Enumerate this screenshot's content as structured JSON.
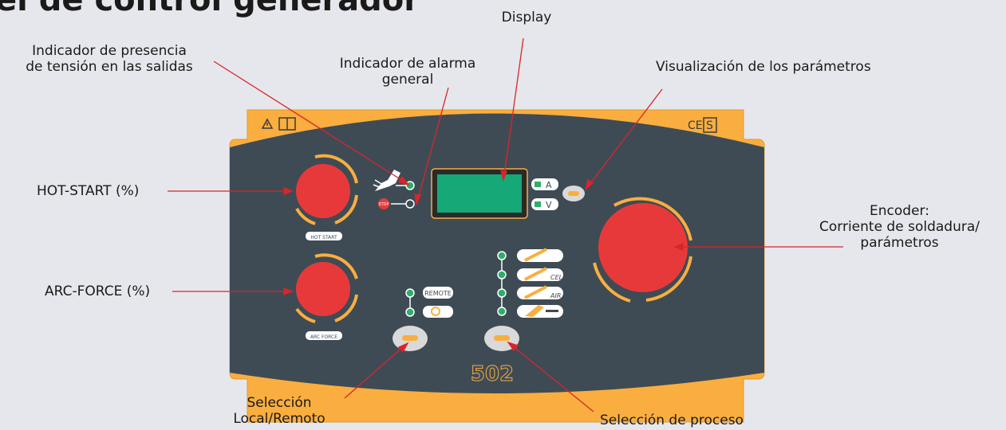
{
  "page_title": "el de control generador",
  "callouts": {
    "presence_indicator": [
      "Indicador de presencia",
      "de tensión en las salidas"
    ],
    "alarm_indicator": [
      "Indicador de alarma",
      "general"
    ],
    "display": "Display",
    "params_view": "Visualización de los parámetros",
    "hot_start": "HOT-START (%)",
    "arc_force": "ARC-FORCE (%)",
    "encoder": [
      "Encoder:",
      "Corriente de soldadura/",
      "parámetros"
    ],
    "local_remote": [
      "Selección",
      "Local/Remoto"
    ],
    "process_select": "Selección de proceso"
  },
  "panel": {
    "model": "502",
    "hot_start_label": "HOT START",
    "arc_force_label": "ARC FORCE",
    "remote_label": "REMOTE",
    "stop_label": "STOP",
    "amp_unit": "A",
    "volt_unit": "V",
    "ce_mark": "CE",
    "s_mark": "S",
    "process_labels": [
      "",
      "CEL",
      "AIR",
      ""
    ]
  },
  "colors": {
    "panel": "#3e4b55",
    "frame": "#f9ae3f",
    "knob": "#e8393a",
    "led": "#2fae6a",
    "display": "#17a877",
    "arrow": "#d7262a"
  }
}
